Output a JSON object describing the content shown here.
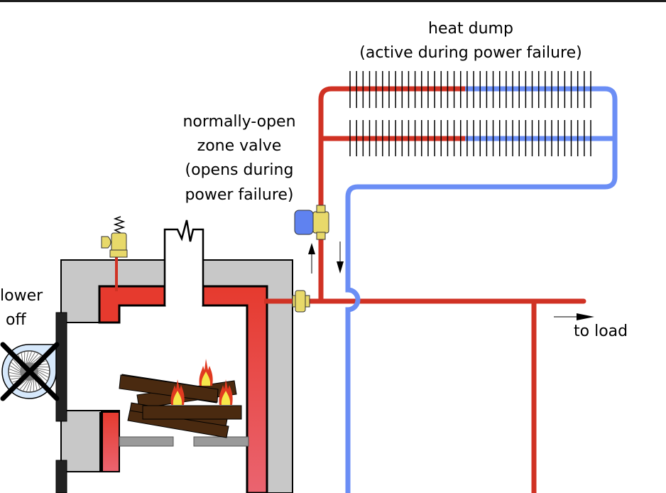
{
  "labels": {
    "heat_dump_title": "heat dump",
    "heat_dump_sub": "(active during power failure)",
    "zone_valve_l1": "normally-open",
    "zone_valve_l2": "zone valve",
    "zone_valve_l3": "(opens during",
    "zone_valve_l4": "power failure)",
    "blower_l1": "lower",
    "blower_l2": "off",
    "to_load": "to load"
  },
  "colors": {
    "hot_pipe": "#d03224",
    "cold_pipe": "#6b8ef5",
    "boiler_water": "#e63a2e",
    "boiler_shell": "#c8c8c8",
    "valve_brass": "#e8d96a",
    "actuator": "#5f82f0",
    "log": "#4a2a10",
    "grate": "#9a9a9a",
    "blower_bg": "#d6e8fb"
  },
  "heat_dump": {
    "rows": 2,
    "fins_per_row": 38
  }
}
